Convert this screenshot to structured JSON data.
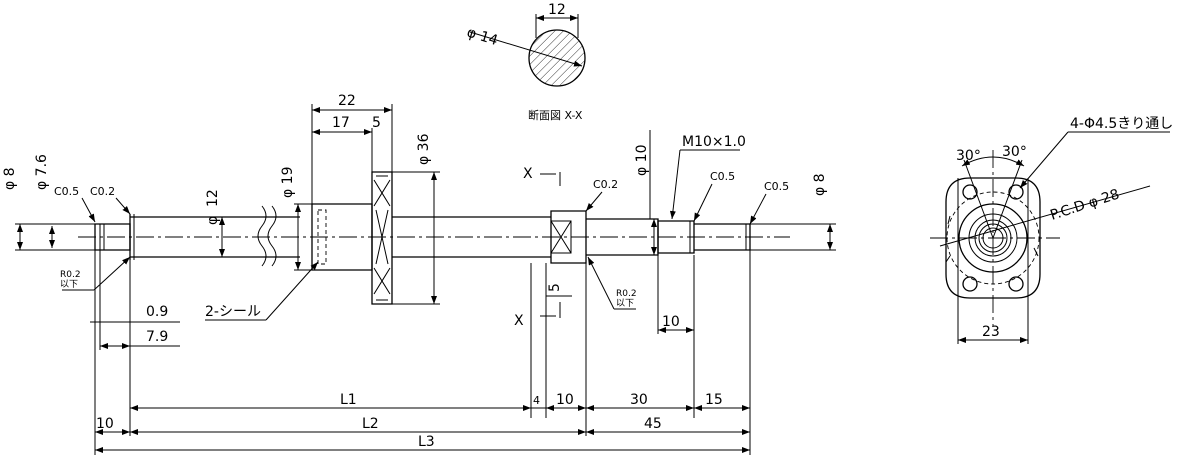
{
  "section": {
    "diameter_label": "φ 14",
    "width_label": "12",
    "caption": "断面図 X-X"
  },
  "shaft_left": {
    "dia8": "φ 8",
    "dia76": "φ 7.6",
    "c05": "C0.5",
    "c02": "C0.2",
    "r02": "R0.2",
    "ika": "以下",
    "dia12": "12",
    "dia12_phi": "φ",
    "dia19": "φ 19"
  },
  "nut": {
    "len22": "22",
    "len17": "17",
    "len5": "5",
    "dia36": "φ 36",
    "seal": "2-シール"
  },
  "right_end": {
    "x_upper": "X",
    "x_lower": "X",
    "c02": "C0.2",
    "dia10": "φ 10",
    "thread": "M10×1.0",
    "c05a": "C0.5",
    "c05b": "C0.5",
    "dia8": "φ 8",
    "len5": "5",
    "r02": "R0.2",
    "ika": "以下",
    "len10": "10"
  },
  "dims": {
    "d09": "0.9",
    "d79": "7.9",
    "L1": "L1",
    "d4": "4",
    "d10": "10",
    "d30": "30",
    "d15": "15",
    "L2": "L2",
    "d45": "45",
    "d10b": "10",
    "L3": "L3"
  },
  "flange": {
    "ang1": "30°",
    "ang2": "30°",
    "holes": "4-Φ4.5きり通し",
    "pcd": "P.C.D φ 28",
    "width": "23"
  }
}
